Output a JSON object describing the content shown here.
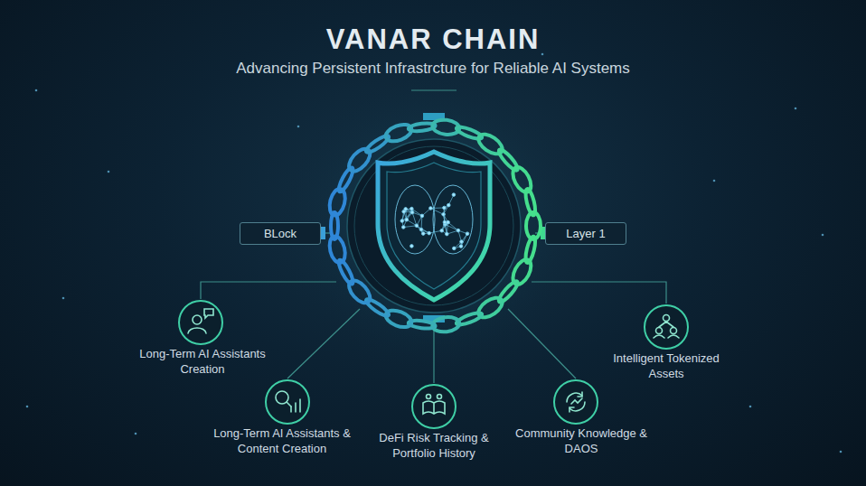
{
  "diagram": {
    "title": "VANAR CHAIN",
    "nodes": [
      {
        "text": [
          "BLock"
        ]
      },
      {
        "text": [
          "Layer 1"
        ]
      },
      {
        "text": [
          "Long-Term AI Assistants Creation"
        ]
      },
      {
        "text": [
          "Intelligent Tokenized Assets"
        ]
      },
      {
        "text": [
          "Long-Term AI Assistants & Content Creation"
        ]
      },
      {
        "text": [
          "DeFi Risk Tracking & Portfolio History"
        ]
      },
      {
        "text": [
          "Community Knowledge & DAOS"
        ]
      }
    ],
    "labels": [
      "Advancing Persistent Infrastrcture for Reliable AI Systems"
    ]
  }
}
